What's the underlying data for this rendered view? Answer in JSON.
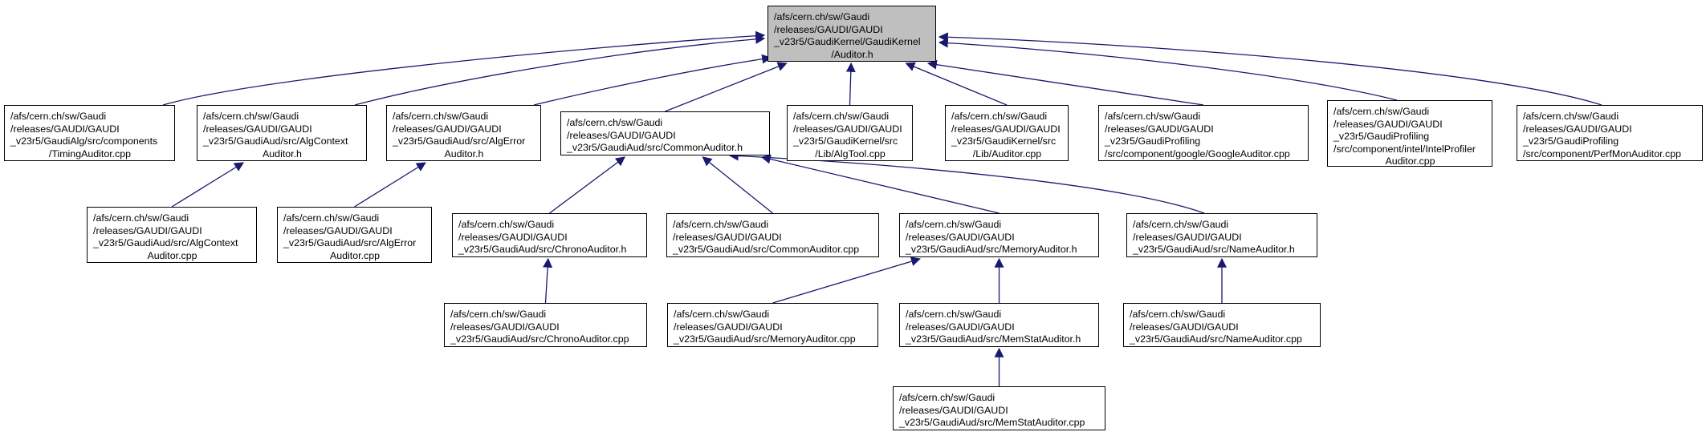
{
  "colors": {
    "edge": "#191970",
    "root_fill": "#bfbfbf",
    "node_border": "#000000"
  },
  "nodes": [
    {
      "id": "root",
      "root": true,
      "lines": [
        "/afs/cern.ch/sw/Gaudi",
        "/releases/GAUDI/GAUDI",
        "_v23r5/GaudiKernel/GaudiKernel",
        "/Auditor.h"
      ]
    },
    {
      "id": "timing_cpp",
      "lines": [
        "/afs/cern.ch/sw/Gaudi",
        "/releases/GAUDI/GAUDI",
        "_v23r5/GaudiAlg/src/components",
        "/TimingAuditor.cpp"
      ]
    },
    {
      "id": "algcontext_h",
      "lines": [
        "/afs/cern.ch/sw/Gaudi",
        "/releases/GAUDI/GAUDI",
        "_v23r5/GaudiAud/src/AlgContext",
        "Auditor.h"
      ]
    },
    {
      "id": "algerror_h",
      "lines": [
        "/afs/cern.ch/sw/Gaudi",
        "/releases/GAUDI/GAUDI",
        "_v23r5/GaudiAud/src/AlgError",
        "Auditor.h"
      ]
    },
    {
      "id": "common_h",
      "lines": [
        "/afs/cern.ch/sw/Gaudi",
        "/releases/GAUDI/GAUDI",
        "_v23r5/GaudiAud/src/CommonAuditor.h"
      ]
    },
    {
      "id": "algtool_cpp",
      "lines": [
        "/afs/cern.ch/sw/Gaudi",
        "/releases/GAUDI/GAUDI",
        "_v23r5/GaudiKernel/src",
        "/Lib/AlgTool.cpp"
      ]
    },
    {
      "id": "auditor_cpp",
      "lines": [
        "/afs/cern.ch/sw/Gaudi",
        "/releases/GAUDI/GAUDI",
        "_v23r5/GaudiKernel/src",
        "/Lib/Auditor.cpp"
      ]
    },
    {
      "id": "google_cpp",
      "lines": [
        "/afs/cern.ch/sw/Gaudi",
        "/releases/GAUDI/GAUDI",
        "_v23r5/GaudiProfiling",
        "/src/component/google/GoogleAuditor.cpp"
      ]
    },
    {
      "id": "intel_cpp",
      "lines": [
        "/afs/cern.ch/sw/Gaudi",
        "/releases/GAUDI/GAUDI",
        "_v23r5/GaudiProfiling",
        "/src/component/intel/IntelProfiler",
        "Auditor.cpp"
      ]
    },
    {
      "id": "perfmon_cpp",
      "lines": [
        "/afs/cern.ch/sw/Gaudi",
        "/releases/GAUDI/GAUDI",
        "_v23r5/GaudiProfiling",
        "/src/component/PerfMonAuditor.cpp"
      ]
    },
    {
      "id": "algcontext_cpp",
      "lines": [
        "/afs/cern.ch/sw/Gaudi",
        "/releases/GAUDI/GAUDI",
        "_v23r5/GaudiAud/src/AlgContext",
        "Auditor.cpp"
      ]
    },
    {
      "id": "algerror_cpp",
      "lines": [
        "/afs/cern.ch/sw/Gaudi",
        "/releases/GAUDI/GAUDI",
        "_v23r5/GaudiAud/src/AlgError",
        "Auditor.cpp"
      ]
    },
    {
      "id": "chrono_h",
      "lines": [
        "/afs/cern.ch/sw/Gaudi",
        "/releases/GAUDI/GAUDI",
        "_v23r5/GaudiAud/src/ChronoAuditor.h"
      ]
    },
    {
      "id": "common_cpp",
      "lines": [
        "/afs/cern.ch/sw/Gaudi",
        "/releases/GAUDI/GAUDI",
        "_v23r5/GaudiAud/src/CommonAuditor.cpp"
      ]
    },
    {
      "id": "memory_h",
      "lines": [
        "/afs/cern.ch/sw/Gaudi",
        "/releases/GAUDI/GAUDI",
        "_v23r5/GaudiAud/src/MemoryAuditor.h"
      ]
    },
    {
      "id": "name_h",
      "lines": [
        "/afs/cern.ch/sw/Gaudi",
        "/releases/GAUDI/GAUDI",
        "_v23r5/GaudiAud/src/NameAuditor.h"
      ]
    },
    {
      "id": "chrono_cpp",
      "lines": [
        "/afs/cern.ch/sw/Gaudi",
        "/releases/GAUDI/GAUDI",
        "_v23r5/GaudiAud/src/ChronoAuditor.cpp"
      ]
    },
    {
      "id": "memory_cpp",
      "lines": [
        "/afs/cern.ch/sw/Gaudi",
        "/releases/GAUDI/GAUDI",
        "_v23r5/GaudiAud/src/MemoryAuditor.cpp"
      ]
    },
    {
      "id": "memstat_h",
      "lines": [
        "/afs/cern.ch/sw/Gaudi",
        "/releases/GAUDI/GAUDI",
        "_v23r5/GaudiAud/src/MemStatAuditor.h"
      ]
    },
    {
      "id": "name_cpp",
      "lines": [
        "/afs/cern.ch/sw/Gaudi",
        "/releases/GAUDI/GAUDI",
        "_v23r5/GaudiAud/src/NameAuditor.cpp"
      ]
    },
    {
      "id": "memstat_cpp",
      "lines": [
        "/afs/cern.ch/sw/Gaudi",
        "/releases/GAUDI/GAUDI",
        "_v23r5/GaudiAud/src/MemStatAuditor.cpp"
      ]
    }
  ],
  "edges": [
    {
      "from": "timing_cpp",
      "to": "root"
    },
    {
      "from": "algcontext_h",
      "to": "root"
    },
    {
      "from": "algerror_h",
      "to": "root"
    },
    {
      "from": "common_h",
      "to": "root"
    },
    {
      "from": "algtool_cpp",
      "to": "root"
    },
    {
      "from": "auditor_cpp",
      "to": "root"
    },
    {
      "from": "google_cpp",
      "to": "root"
    },
    {
      "from": "intel_cpp",
      "to": "root"
    },
    {
      "from": "perfmon_cpp",
      "to": "root"
    },
    {
      "from": "algcontext_cpp",
      "to": "algcontext_h"
    },
    {
      "from": "algerror_cpp",
      "to": "algerror_h"
    },
    {
      "from": "chrono_h",
      "to": "common_h"
    },
    {
      "from": "common_cpp",
      "to": "common_h"
    },
    {
      "from": "memory_h",
      "to": "common_h"
    },
    {
      "from": "name_h",
      "to": "common_h"
    },
    {
      "from": "chrono_cpp",
      "to": "chrono_h"
    },
    {
      "from": "memory_cpp",
      "to": "memory_h"
    },
    {
      "from": "memstat_h",
      "to": "memory_h"
    },
    {
      "from": "name_cpp",
      "to": "name_h"
    },
    {
      "from": "memstat_cpp",
      "to": "memstat_h"
    }
  ]
}
